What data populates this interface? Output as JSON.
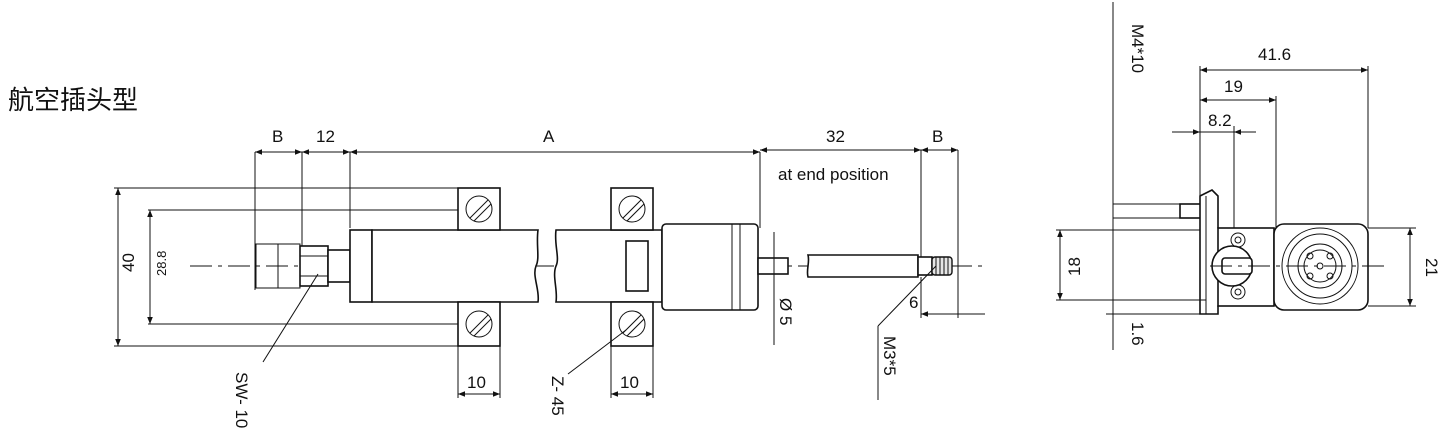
{
  "title": "航空插头型",
  "dimensions": {
    "b_left": "B",
    "d12": "12",
    "a": "A",
    "d32": "32",
    "b_right": "B",
    "at_end": "at end position",
    "d40": "40",
    "d28_8": "28.8",
    "d10_left": "10",
    "d10_right": "10",
    "sw10": "SW- 10",
    "z45": "Z- 45",
    "phi5": "Ø 5",
    "d6": "6",
    "m3x5": "M3*5",
    "m4x10": "M4*10",
    "d41_6": "41.6",
    "d19": "19",
    "d8_2": "8.2",
    "d18": "18",
    "d21": "21",
    "d1_6": "1.6"
  }
}
